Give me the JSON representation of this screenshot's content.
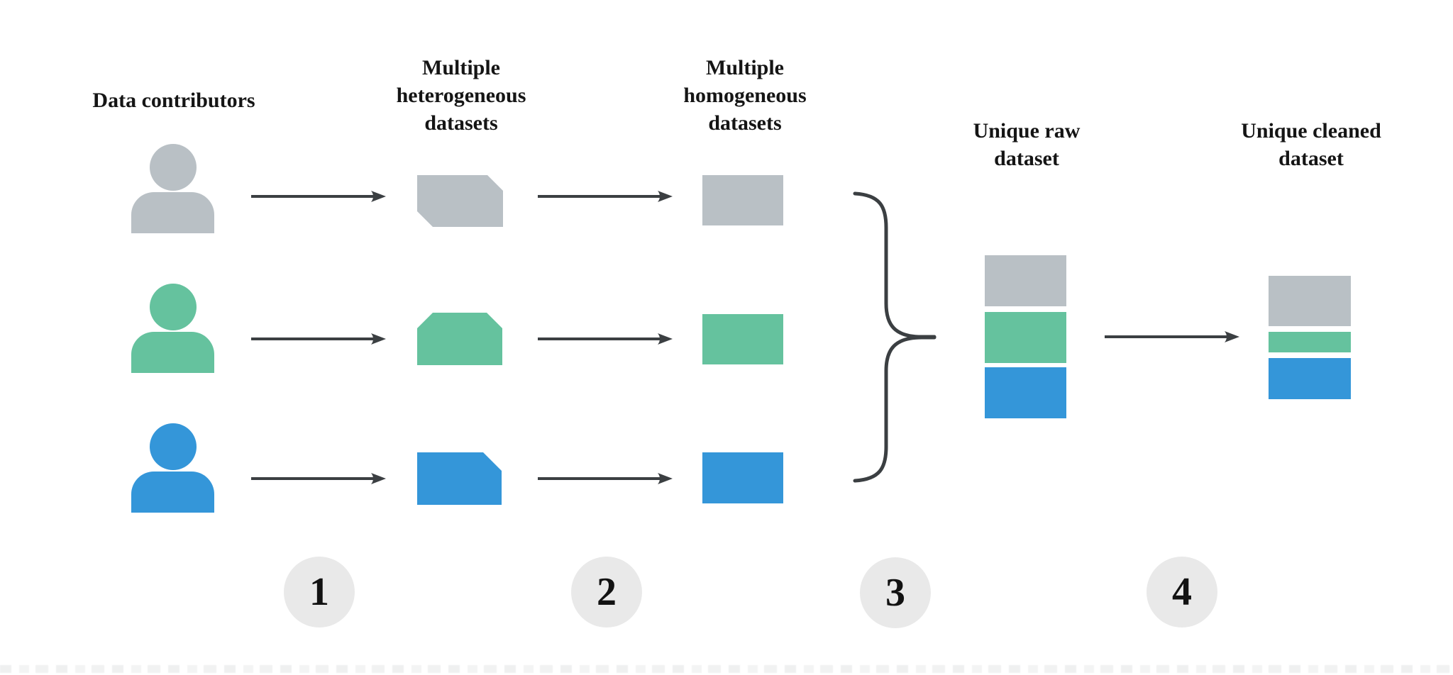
{
  "diagram": {
    "columns": {
      "contributors": {
        "label": "Data contributors"
      },
      "heterogeneous": {
        "label_lines": [
          "Multiple",
          "heterogeneous",
          "datasets"
        ]
      },
      "homogeneous": {
        "label_lines": [
          "Multiple",
          "homogeneous",
          "datasets"
        ]
      },
      "raw": {
        "label_lines": [
          "Unique raw",
          "dataset"
        ]
      },
      "cleaned": {
        "label_lines": [
          "Unique cleaned",
          "dataset"
        ]
      }
    },
    "contributors": [
      {
        "id": "contributor-1",
        "color_name": "gray"
      },
      {
        "id": "contributor-2",
        "color_name": "green"
      },
      {
        "id": "contributor-3",
        "color_name": "blue"
      }
    ],
    "steps": [
      "1",
      "2",
      "3",
      "4"
    ],
    "colors": {
      "gray": "#b9c0c5",
      "green": "#65c29e",
      "blue": "#3496d9",
      "arrow": "#3b3f42",
      "step_circle_bg": "#e9e9e9",
      "text": "#151515"
    }
  }
}
